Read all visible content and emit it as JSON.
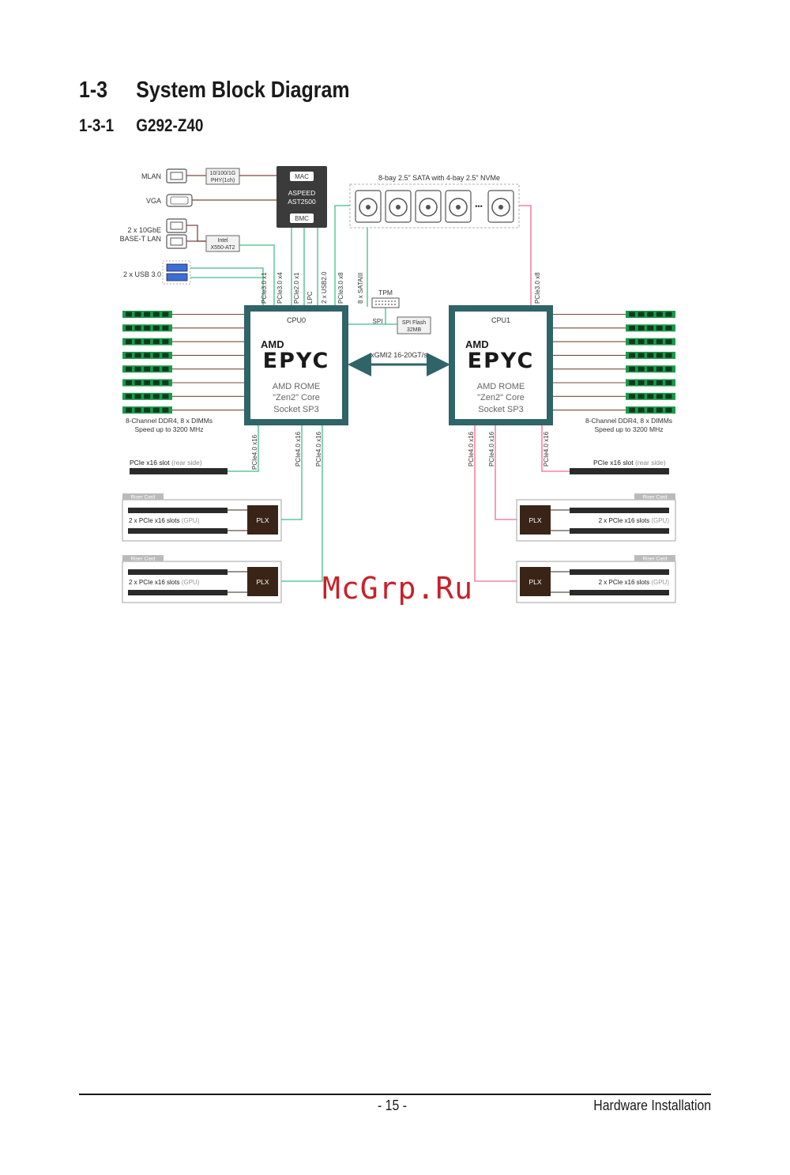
{
  "heading": {
    "number": "1-3",
    "title": "System Block Diagram"
  },
  "subheading": {
    "number": "1-3-1",
    "title": "G292-Z40"
  },
  "colors": {
    "green": "#3fbf87",
    "pink": "#f06a8f",
    "brown": "#7a4a3a",
    "cpu_border": "#2f6468",
    "plx": "#3a2418",
    "dimm": "#1a9a4a",
    "bmc": "#3b3b3b"
  },
  "diagram": {
    "io": {
      "mlan": "MLAN",
      "vga": "VGA",
      "lan_line1": "2 x 10GbE",
      "lan_line2": "BASE-T LAN",
      "usb": "2 x USB 3.0",
      "phy_line1": "10/100/1G",
      "phy_line2": "PHY(1ch)",
      "intel_line1": "Intel",
      "intel_line2": "X550-AT2"
    },
    "bmc": {
      "mac": "MAC",
      "line1": "ASPEED",
      "line2": "AST2500",
      "bmc": "BMC"
    },
    "storage": {
      "title": "8-bay 2.5\" SATA with 4-bay 2.5\" NVMe",
      "ellipsis": "•••"
    },
    "buses": {
      "pcie30x1": "PCIe3.0 x1",
      "pcie30x4": "PCIe3.0 x4",
      "pcie20x1": "PCIe2.0 x1",
      "lpc": "LPC",
      "usb20": "2 x USB2.0",
      "pcie30x8_left": "PCIe3.0 x8",
      "sata": "8 x SATAIII",
      "pcie30x8_right": "PCIe3.0 x8",
      "pcie40x16": "PCIe4.0 x16"
    },
    "tpm": "TPM",
    "spi": "SPI",
    "spi_flash_line1": "SPI Flash",
    "spi_flash_line2": "32MB",
    "xgmi": "xGMI2 16-20GT/s",
    "cpu0": {
      "label": "CPU0",
      "brand": "AMD",
      "model": "EPYC",
      "line1": "AMD ROME",
      "line2": "\"Zen2\" Core",
      "line3": "Socket SP3"
    },
    "cpu1": {
      "label": "CPU1",
      "brand": "AMD",
      "model": "EPYC",
      "line1": "AMD ROME",
      "line2": "\"Zen2\" Core",
      "line3": "Socket SP3"
    },
    "memory": {
      "line1": "8-Channel DDR4, 8 x DIMMs",
      "line2": "Speed up to 3200 MHz"
    },
    "rear_slot": {
      "label": "PCIe x16 slot",
      "note": "(rear side)"
    },
    "riser": {
      "tag": "Riser Card",
      "slots": "2 x PCIe x16 slots",
      "gpu": "(GPU)",
      "plx": "PLX"
    }
  },
  "footer": {
    "page": "- 15 -",
    "section": "Hardware Installation"
  },
  "watermark": "McGrp.Ru"
}
